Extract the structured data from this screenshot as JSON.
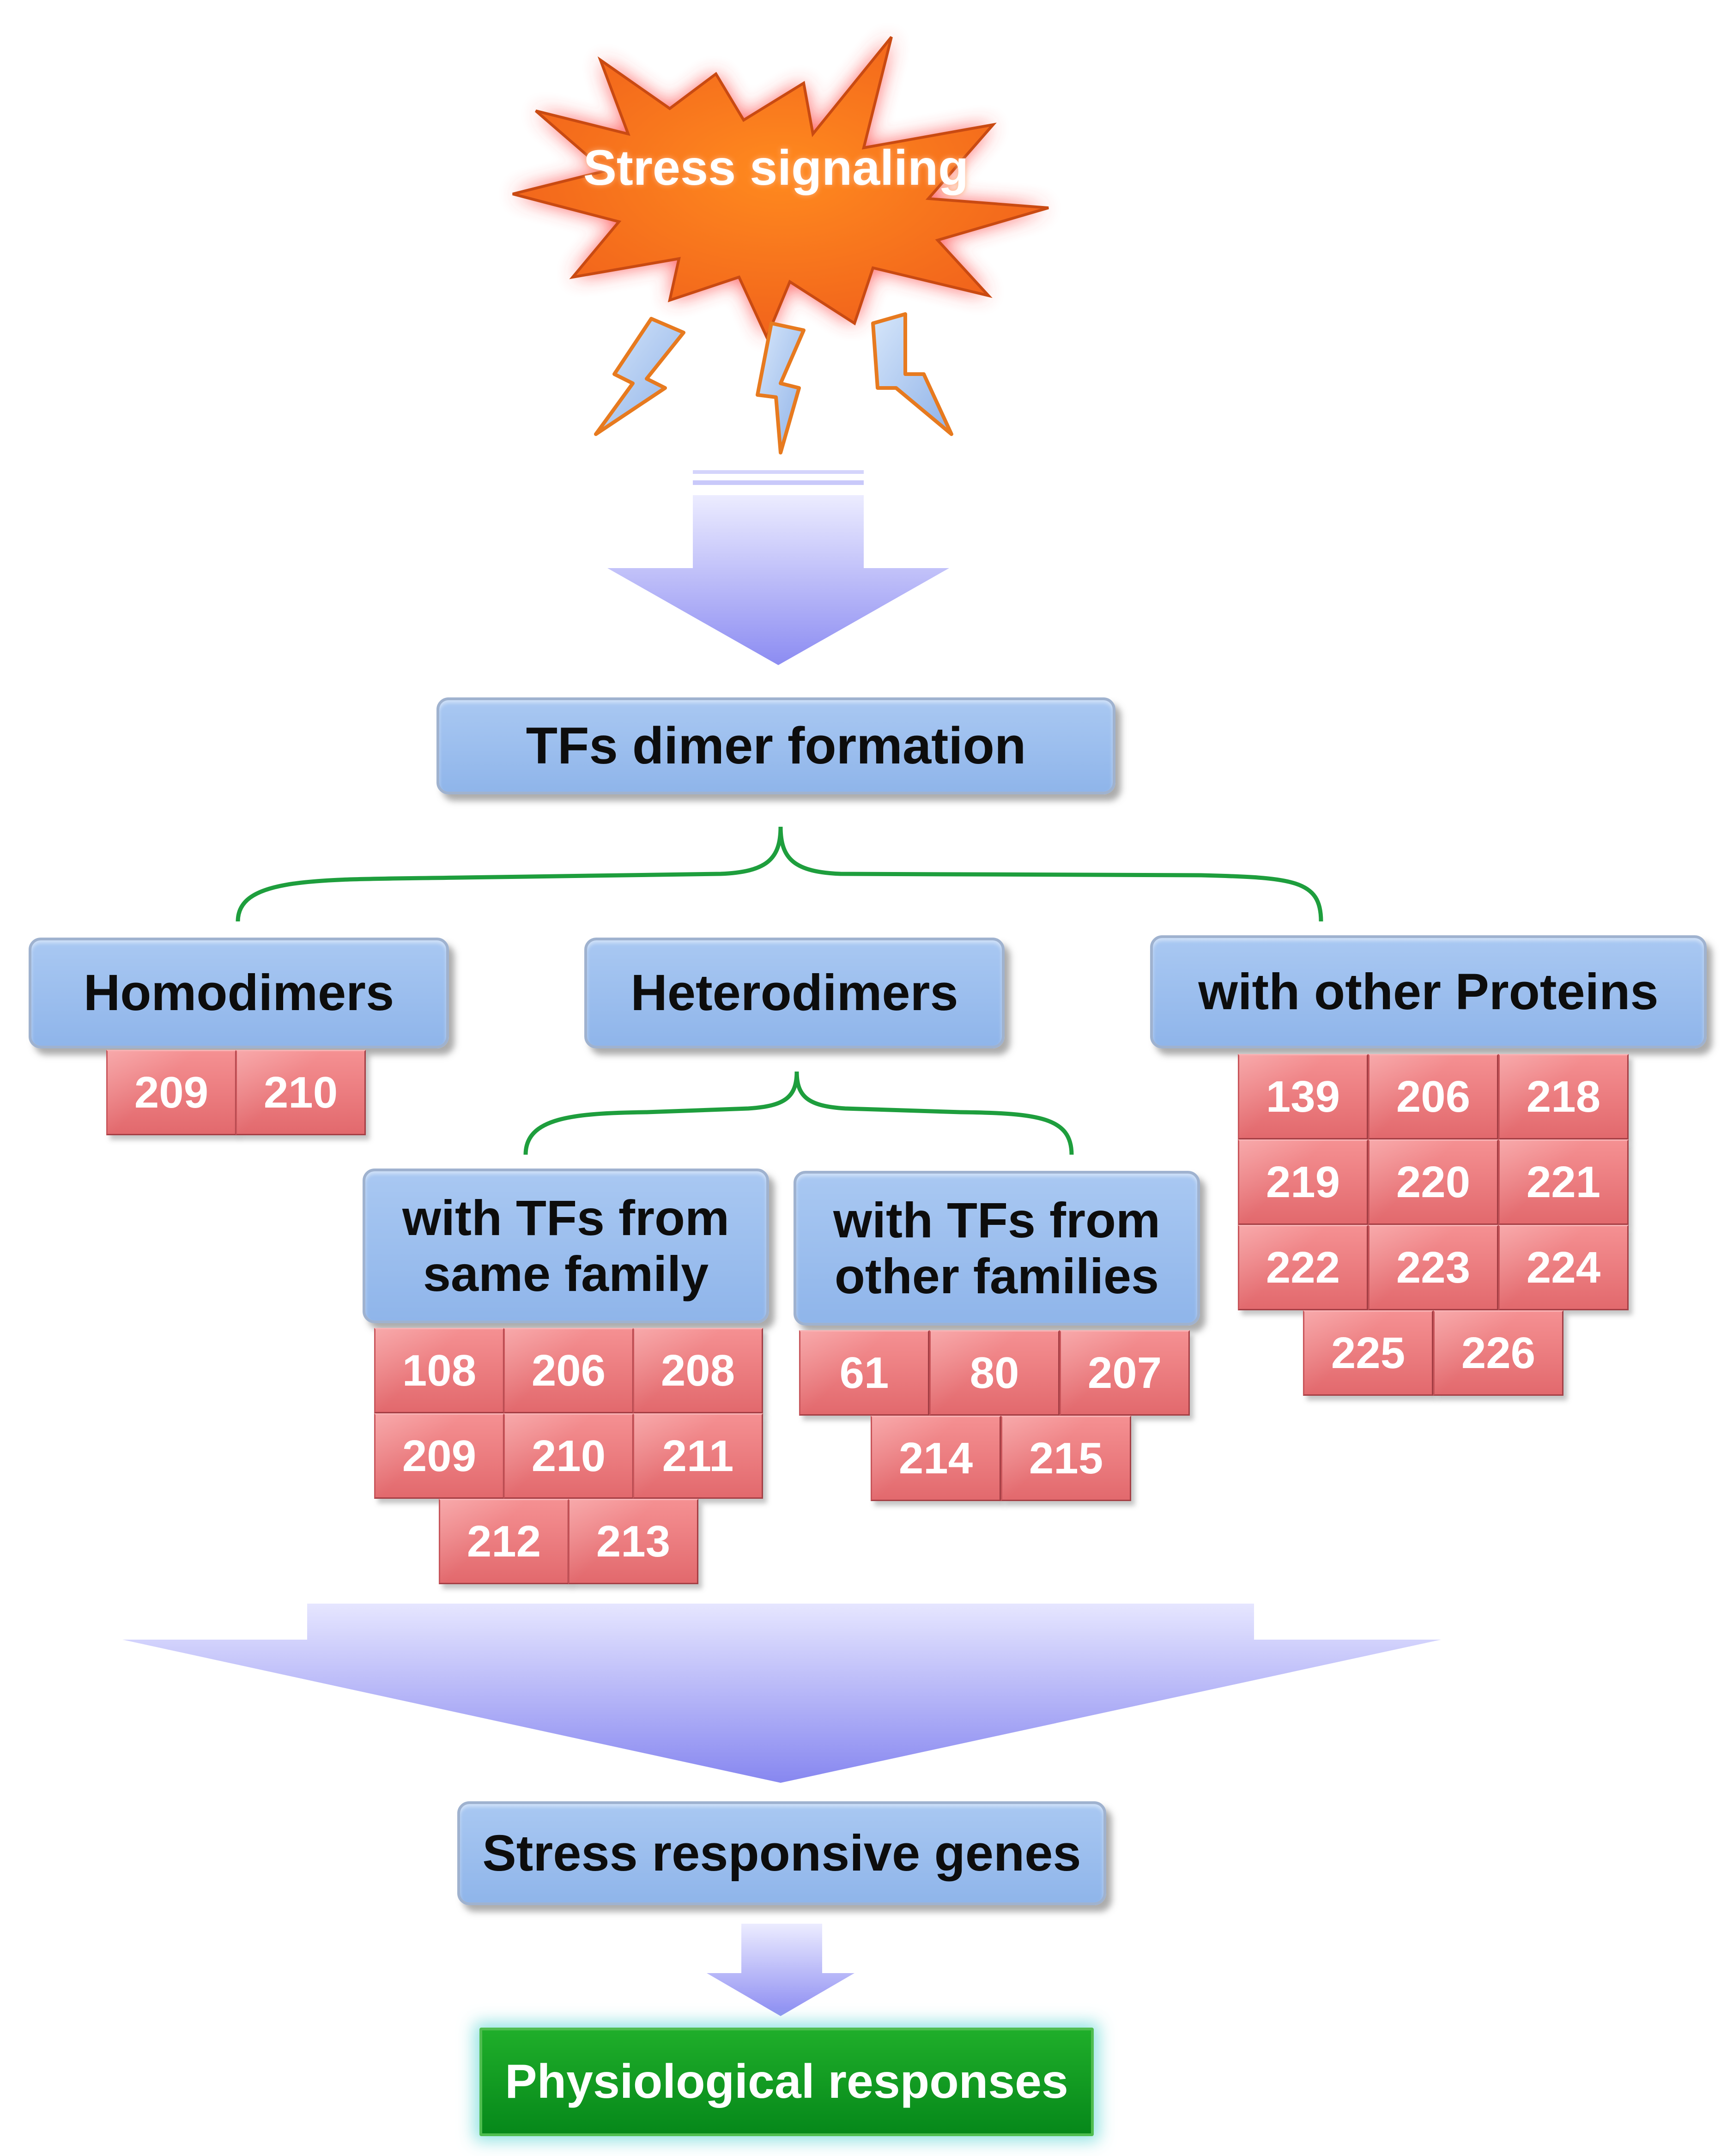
{
  "stress_signal": {
    "label": "Stress signaling"
  },
  "nodes": {
    "dimer": "TFs dimer formation",
    "homodimers": "Homodimers",
    "heterodimers": "Heterodimers",
    "other_proteins": "with other Proteins",
    "same_family": [
      "with TFs from",
      "same family"
    ],
    "other_families": [
      "with TFs from",
      "other families"
    ],
    "stress_genes": "Stress responsive genes",
    "physio": "Physiological responses"
  },
  "refs": {
    "homodimers": [
      "209",
      "210"
    ],
    "other_proteins": [
      "139",
      "206",
      "218",
      "219",
      "220",
      "221",
      "222",
      "223",
      "224",
      "225",
      "226"
    ],
    "same_family": [
      "108",
      "206",
      "208",
      "209",
      "210",
      "211",
      "212",
      "213"
    ],
    "other_families": [
      "61",
      "80",
      "207",
      "214",
      "215"
    ]
  },
  "colors": {
    "star": "#f26b1d",
    "arrow": "#9f9ff4",
    "brace": "#1e9e3d",
    "node": "#99bdef",
    "tile": "#ee7f82",
    "final": "#109a22"
  }
}
